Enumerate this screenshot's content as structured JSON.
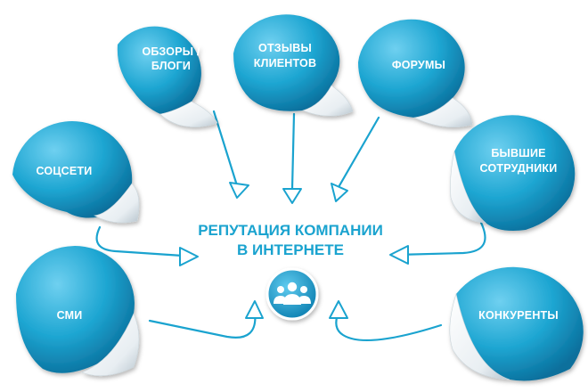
{
  "title": {
    "line1": "РЕПУТАЦИЯ КОМПАНИИ",
    "line2": "В ИНТЕРНЕТЕ"
  },
  "nodes": {
    "reviews": {
      "line1": "ОБЗОРЫ /",
      "line2": "БЛОГИ"
    },
    "testimonials": {
      "line1": "ОТЗЫВЫ",
      "line2": "КЛИЕНТОВ"
    },
    "forums": {
      "line1": "ФОРУМЫ"
    },
    "social": {
      "line1": "СОЦСЕТИ"
    },
    "former": {
      "line1": "БЫВШИЕ",
      "line2": "СОТРУДНИКИ"
    },
    "media": {
      "line1": "СМИ"
    },
    "competitors": {
      "line1": "КОНКУРЕНТЫ"
    }
  },
  "center_icon": "people-group-icon",
  "colors": {
    "accent": "#1aa3cf",
    "accent_dark": "#0e7fae",
    "accent_light": "#5cc6ea",
    "title": "#1aa3cf"
  }
}
